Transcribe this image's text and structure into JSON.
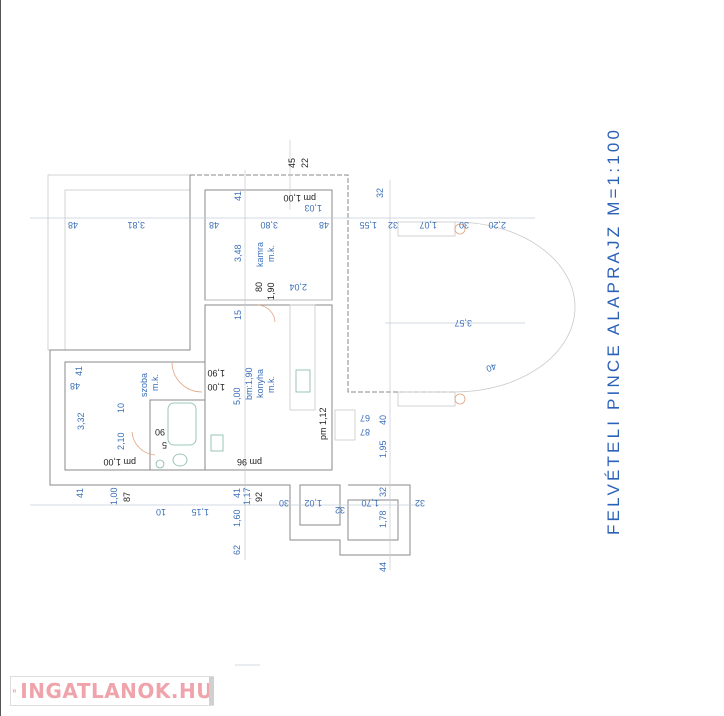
{
  "title": "FELVÉTELI PINCE ALAPRAJZ M=1:100",
  "watermark": {
    "text": "INGATLANOK.HU",
    "icon": "house-icon",
    "color": "#efa3ab"
  },
  "colors": {
    "dimension_text": "#3a6fb8",
    "walls": "#8a8a8a",
    "title": "#2b62b8"
  },
  "rooms": {
    "kamra": [
      "kamra",
      "m.k."
    ],
    "szoba": [
      "szoba",
      "m.k."
    ],
    "konyha": [
      "bm:1,90",
      "konyha",
      "m.k."
    ]
  },
  "dims": [
    "48",
    "3,81",
    "48",
    "3,80",
    "48",
    "1,55",
    "32",
    "1,07",
    "30",
    "2,20",
    "41",
    "1,03",
    "32",
    "3,48",
    "2,04",
    "15",
    "3,57",
    "40",
    "41",
    "48",
    "10",
    "3,32",
    "2,10",
    "5,00",
    "40",
    "1,95",
    "41",
    "1,00",
    "10",
    "1,15",
    "41",
    "1,17",
    "1,60",
    "62",
    "30",
    "1,02",
    "32",
    "1,70",
    "32",
    "1,78",
    "32",
    "44",
    "67",
    "87"
  ],
  "black": [
    "45",
    "22",
    "pm 1,00",
    "80",
    "1,90",
    "1,90",
    "1,00",
    "90",
    "5",
    "pm 1,00",
    "pm 96",
    "pm 1,12",
    "87",
    "92"
  ]
}
